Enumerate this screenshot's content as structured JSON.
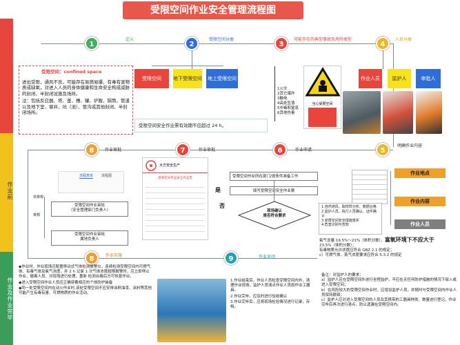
{
  "title": "受限空间作业安全管理流程图",
  "lanes": [
    {
      "label": "",
      "color": "#e8453c"
    },
    {
      "label": "作业前",
      "color": "#f2c21c"
    },
    {
      "label": "作业及作业完毕",
      "color": "#3a9e5a"
    }
  ],
  "steps": [
    {
      "num": "1",
      "label": "定义",
      "color": "#3db05b"
    },
    {
      "num": "2",
      "label": "受限空间分类",
      "color": "#2f6dd8"
    },
    {
      "num": "3",
      "label": "可能存在的典型事故及风险类型",
      "color": "#e8453c"
    },
    {
      "num": "4",
      "label": "人员分类",
      "color": "#f2b51c"
    },
    {
      "num": "5",
      "label": "明确作业内容",
      "color": "#f2b51c"
    },
    {
      "num": "6",
      "label": "作业申请",
      "color": "#e8453c"
    },
    {
      "num": "7",
      "label": "作业审批",
      "color": "#e8453c"
    },
    {
      "num": "8",
      "label": "作业审批",
      "color": "#f0a02a"
    },
    {
      "num": "8",
      "label": "作业实施",
      "color": "#f0a02a"
    },
    {
      "num": "9",
      "label": "作业关闭",
      "color": "#21a2b5"
    }
  ],
  "definition": {
    "heading": "受限空间：confined space",
    "body": "进出受限，通风不良，可能存在易燃易爆、有毒有害物质或缺氧，对进入人员的身体健康和生命安全构成威胁的封闭、半封闭设施及场所。",
    "examples": "注：包括反应器、塔、釜、槽、罐、炉膛、锅筒、管道以及地下室、窨井、坑（池）、管沟或其他封闭、半封闭场所。"
  },
  "space_types": [
    "受限空间",
    "地下受限空间",
    "地上受限空间"
  ],
  "space_type_colors": [
    "#e8453c",
    "#f8e21c",
    "#2f6dd8"
  ],
  "validity_note": "受限空间安全作业票有效期不应超过 24 h。",
  "risk_list": [
    "1火灾",
    "2其它爆炸",
    "3触电",
    "4高处坠落",
    "5中毒和窒息",
    "6其他伤害"
  ],
  "risk_sign_text": "当心受限空间",
  "people": [
    "作业人员",
    "监护人",
    "审批人"
  ],
  "people_colors": [
    "#e8453c",
    "#f8e21c",
    "#2f6dd8"
  ],
  "application": {
    "apply_text": "受限空间作业所在部门/按条件准备工作",
    "ticket_text": "填写受限空间安全作业票",
    "decision_text": "现场确认\n是否符合要求",
    "yes": "是",
    "no": "否"
  },
  "approval": {
    "app_tabs": [
      "流程表单",
      "流程图"
    ],
    "permit_label": "大方安全生产",
    "form_title": "受限空间作业安全作业票",
    "approver_a": "受限空间作业审批\n（安全管理部门负责人）",
    "approver_b": "受限空间作业审批\n属地负责人",
    "path_non_routine": "非常规",
    "path_routine": "常规"
  },
  "confirm_list": [
    "1.自然通风、取样样分析、数据合格",
    "2.监护人员、执行人员确认、证件确认",
    "3.受限空间安全措施落实",
    "4.危害识别与告知"
  ],
  "content_tags": [
    "作业地点",
    "作业内容",
    "作业人员"
  ],
  "content_tag_colors": [
    "#f0a02a",
    "#f0a02a",
    "#7f7f7f"
  ],
  "gas": {
    "line1": "氧气含量:19.5%～21%（体积分数），",
    "line1_strong": "富氧环境下不应大于",
    "line2": "23.5%（体积分数）；",
    "line3": "有毒物质允许浓度应符合 GBZ 2.1 的规定；",
    "line4": "c）可燃气体、蒸气浓度要求应符合 5.3.2 的规定"
  },
  "implementation": [
    "作业时，作业现场应配置移动式气体检测报警仪，连续检测受限空间内可燃气体、有毒气体及氧气浓度，并 2 h 记录 1 次气体浓度超限报警时，应立即停止作业、撤离人员、对现场进行处理，重新 检测合格后方可恢复作业。",
    "进入受限空间作业人员应正确穿戴相应的个体防护装备",
    "同一处受限空间内在动火作业时,该处受限空间不应安排涂刷油漆、涂料等其他可能产生有毒有害、可燃物质的作业活动。"
  ],
  "closing": [
    "1.作业结束后，作业人员检查受限空间内外，清理作业现场，监护人员清点作业人员和作业工器具。",
    "2.作业完毕，应及时进行验收确认",
    "3.作业完毕后，应将现场检验情况进行记录，存档。"
  ],
  "guardian": {
    "note": "备注：对监护人的要求：",
    "items": [
      "a）监护人应在受限空间外进行全程监护，不应在无任何防护措施的情况下探入或进入受限空间；",
      "b）在风险较大的受限空间作业时，应增设监护人员，并随时与受限空间内作业人员保持联络；",
      "c）监护人应对进入受限空间的人员及其携带的工器具种类、数量进行登记，作业完毕后再次进行清点，防止遗漏在受限空间内。"
    ]
  }
}
